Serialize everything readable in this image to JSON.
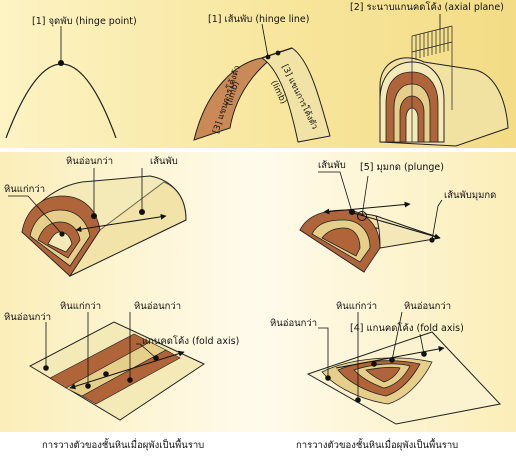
{
  "top": {
    "hinge_point": "[1] จุดพับ (hinge point)",
    "hinge_line": "[1] เส้นพับ (hinge line)",
    "axial_plane": "[2] ระนาบแกนคดโค้ง (axial plane)",
    "limb_left": "[3] แขนการโค้งตัว",
    "limb_left_en": "(limb)",
    "limb_right": "[3] แขนการโค้งตัว",
    "limb_right_en": "(limb)"
  },
  "left": {
    "younger_rock": "หินอ่อนกว่า",
    "hinge_line": "เส้นพับ",
    "older_rock": "หินแก่กว่า"
  },
  "right": {
    "hinge_line": "เส้นพับ",
    "plunge": "[5] มุมกด (plunge)",
    "plunge_line": "เส้นพับมุมกด"
  },
  "bottom_left": {
    "older_rock": "หินแก่กว่า",
    "younger_rock_left": "หินอ่อนกว่า",
    "younger_rock_right": "หินอ่อนกว่า",
    "fold_axis": "แกนคดโค้ง (fold axis)",
    "caption": "การวางตัวของชั้นหินเมื่อผุพังเป็นพื้นราบ"
  },
  "bottom_right": {
    "older_rock": "หินแก่กว่า",
    "younger_rock_mid": "หินอ่อนกว่า",
    "younger_rock_left": "หินอ่อนกว่า",
    "fold_axis": "[4] แกนคดโค้ง (fold axis)",
    "caption": "การวางตัวของชั้นหินเมื่อผุพังเป็นพื้นราบ"
  },
  "colors": {
    "panel_top": "#f7e9a2",
    "panel_bottom": "#fff8df",
    "fold_cream": "#f4eab8",
    "fold_light": "#e6cf8a",
    "fold_brown": "#b0643a",
    "fold_dark": "#8a4a2a"
  }
}
